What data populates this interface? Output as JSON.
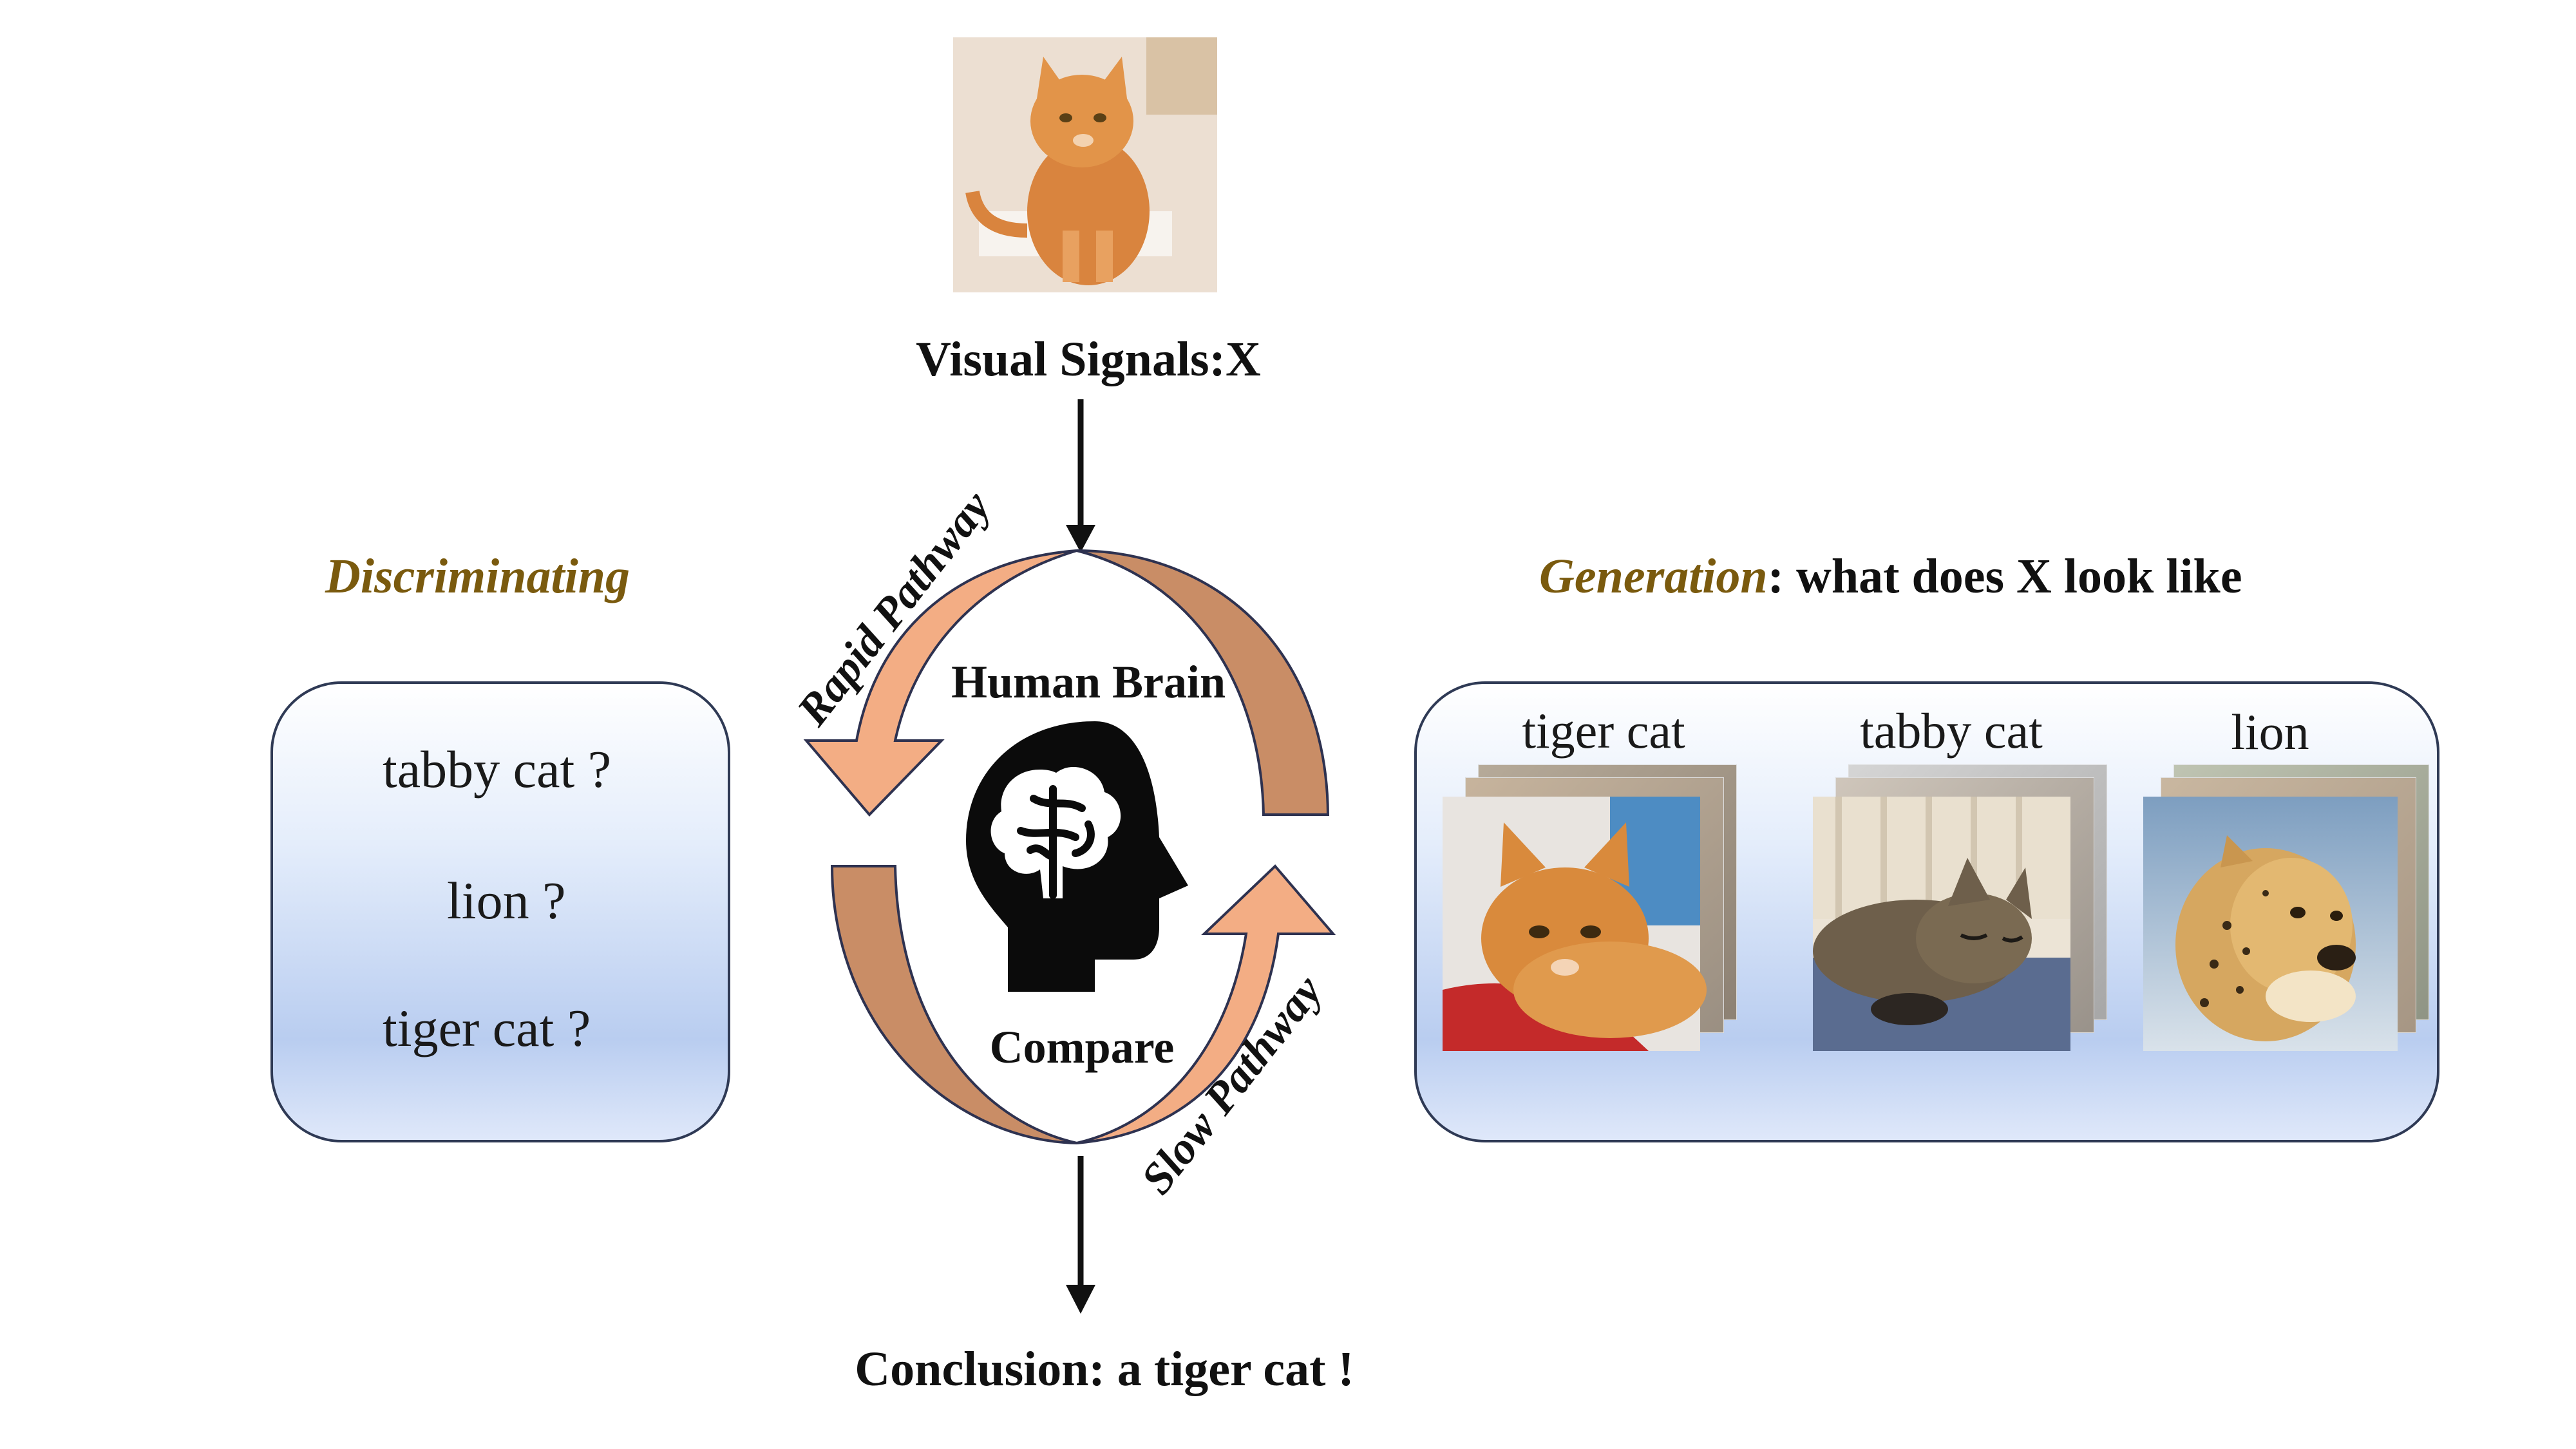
{
  "top": {
    "input_label": "Visual Signals:X"
  },
  "center": {
    "rapid_label": "Rapid Pathway",
    "slow_label": "Slow Pathway",
    "brain_label": "Human Brain",
    "compare_label": "Compare",
    "conclusion": "Conclusion: a tiger cat !"
  },
  "left": {
    "heading": "Discriminating",
    "options": [
      "tabby cat ?",
      "lion ?",
      "tiger cat ?"
    ]
  },
  "right": {
    "heading_emph": "Generation",
    "heading_rest": ": what does X look like",
    "groups": [
      {
        "label": "tiger cat"
      },
      {
        "label": "tabby cat"
      },
      {
        "label": "lion"
      }
    ]
  },
  "colors": {
    "heading_gold": "#7a5a0e",
    "arrow_dark": "#c98d66",
    "arrow_light": "#f3ad84",
    "panel_border": "#2f3a55"
  }
}
